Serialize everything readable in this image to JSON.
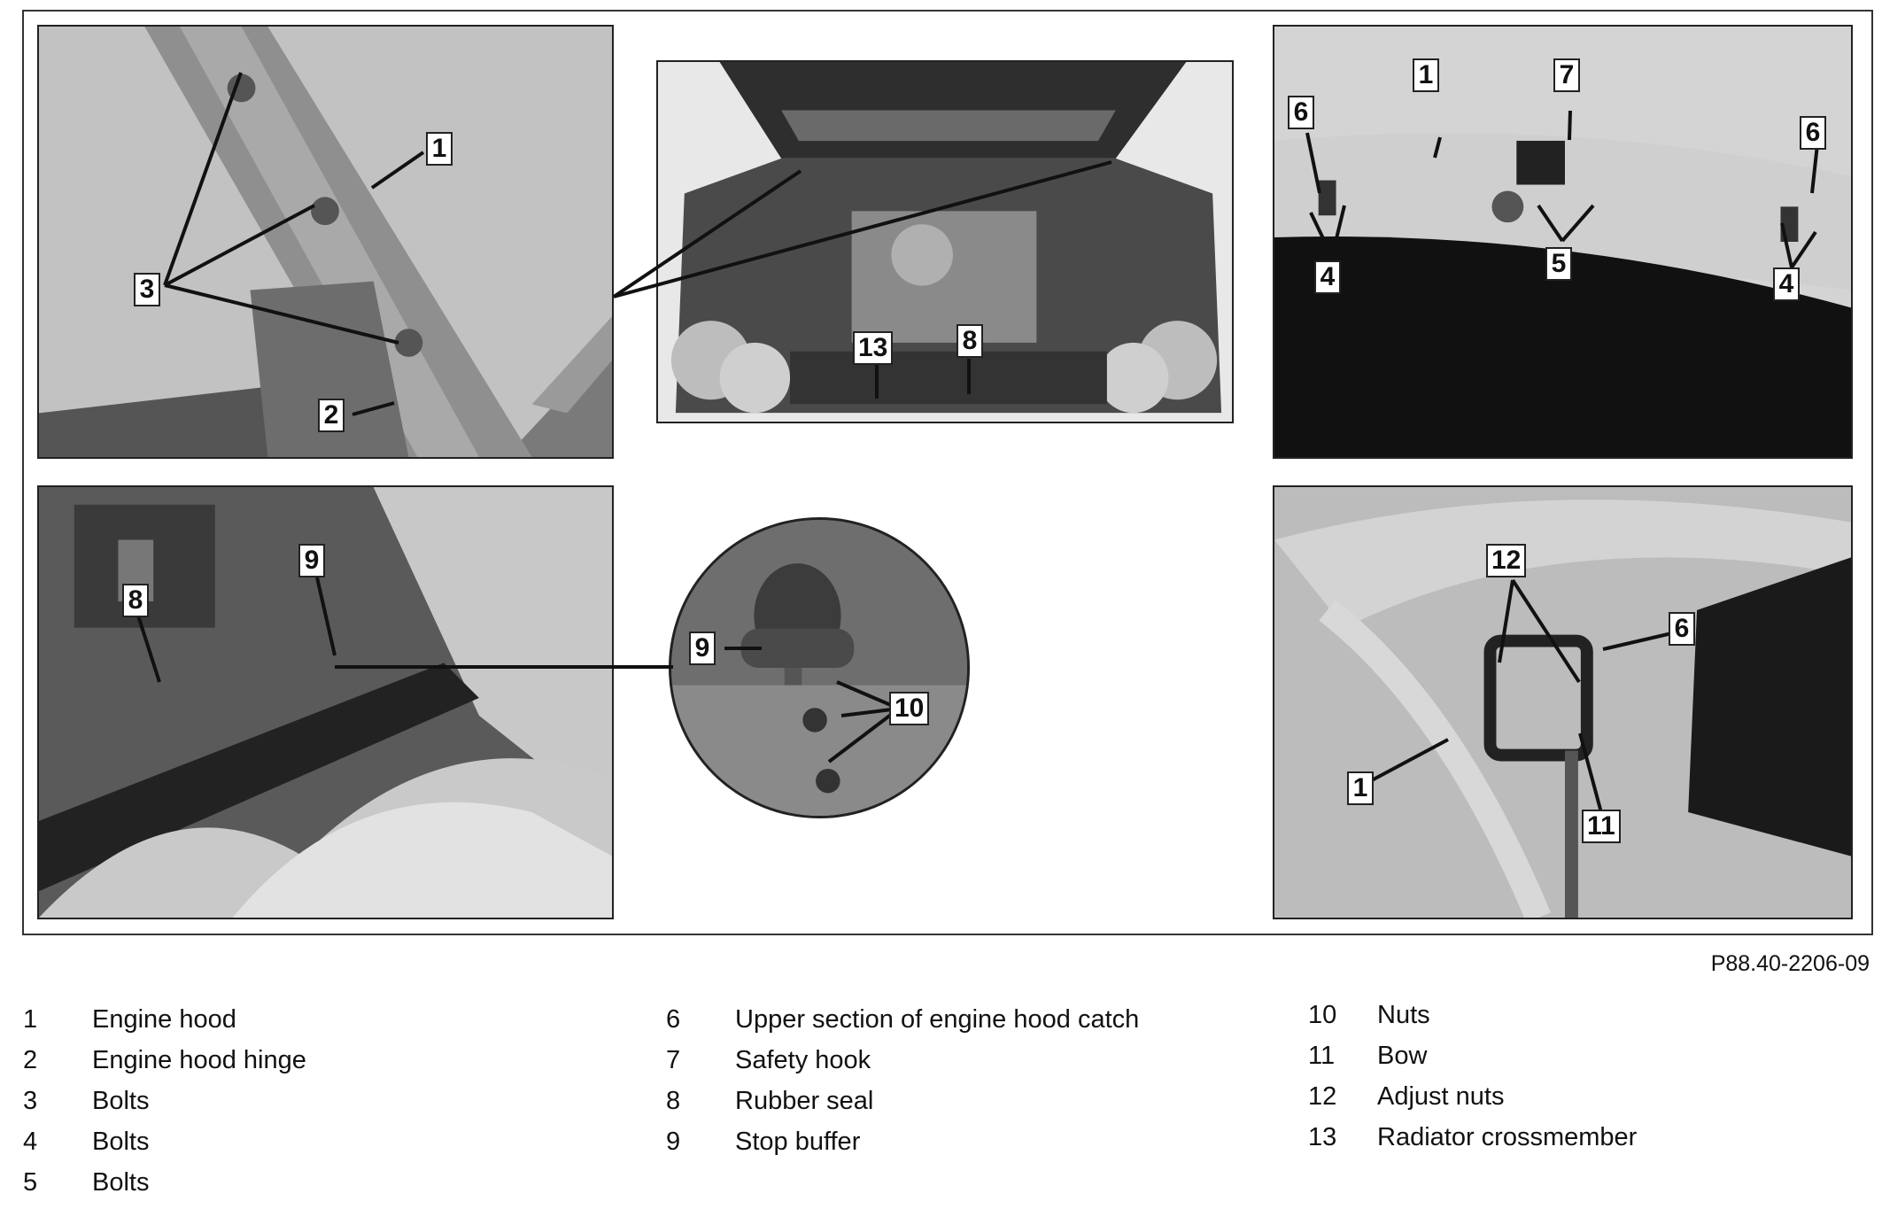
{
  "figure": {
    "id": "P88.40-2206-09",
    "callouts": {
      "hinge": [
        "1",
        "3",
        "2"
      ],
      "engine": [
        "13",
        "8"
      ],
      "catch_top": [
        "1",
        "7",
        "6",
        "6",
        "4",
        "5",
        "4"
      ],
      "seal": [
        "8",
        "9"
      ],
      "detail": [
        "9",
        "10"
      ],
      "catch_bottom": [
        "12",
        "6",
        "1",
        "11"
      ]
    }
  },
  "legend": [
    [
      {
        "num": "1",
        "label": "Engine hood"
      },
      {
        "num": "2",
        "label": "Engine hood hinge"
      },
      {
        "num": "3",
        "label": "Bolts"
      },
      {
        "num": "4",
        "label": "Bolts"
      },
      {
        "num": "5",
        "label": "Bolts"
      }
    ],
    [
      {
        "num": "6",
        "label": "Upper section of engine hood catch"
      },
      {
        "num": "7",
        "label": "Safety hook"
      },
      {
        "num": "8",
        "label": "Rubber seal"
      },
      {
        "num": "9",
        "label": "Stop buffer"
      }
    ],
    [
      {
        "num": "10",
        "label": "Nuts"
      },
      {
        "num": "11",
        "label": "Bow"
      },
      {
        "num": "12",
        "label": "Adjust nuts"
      },
      {
        "num": "13",
        "label": "Radiator crossmember"
      }
    ]
  ]
}
